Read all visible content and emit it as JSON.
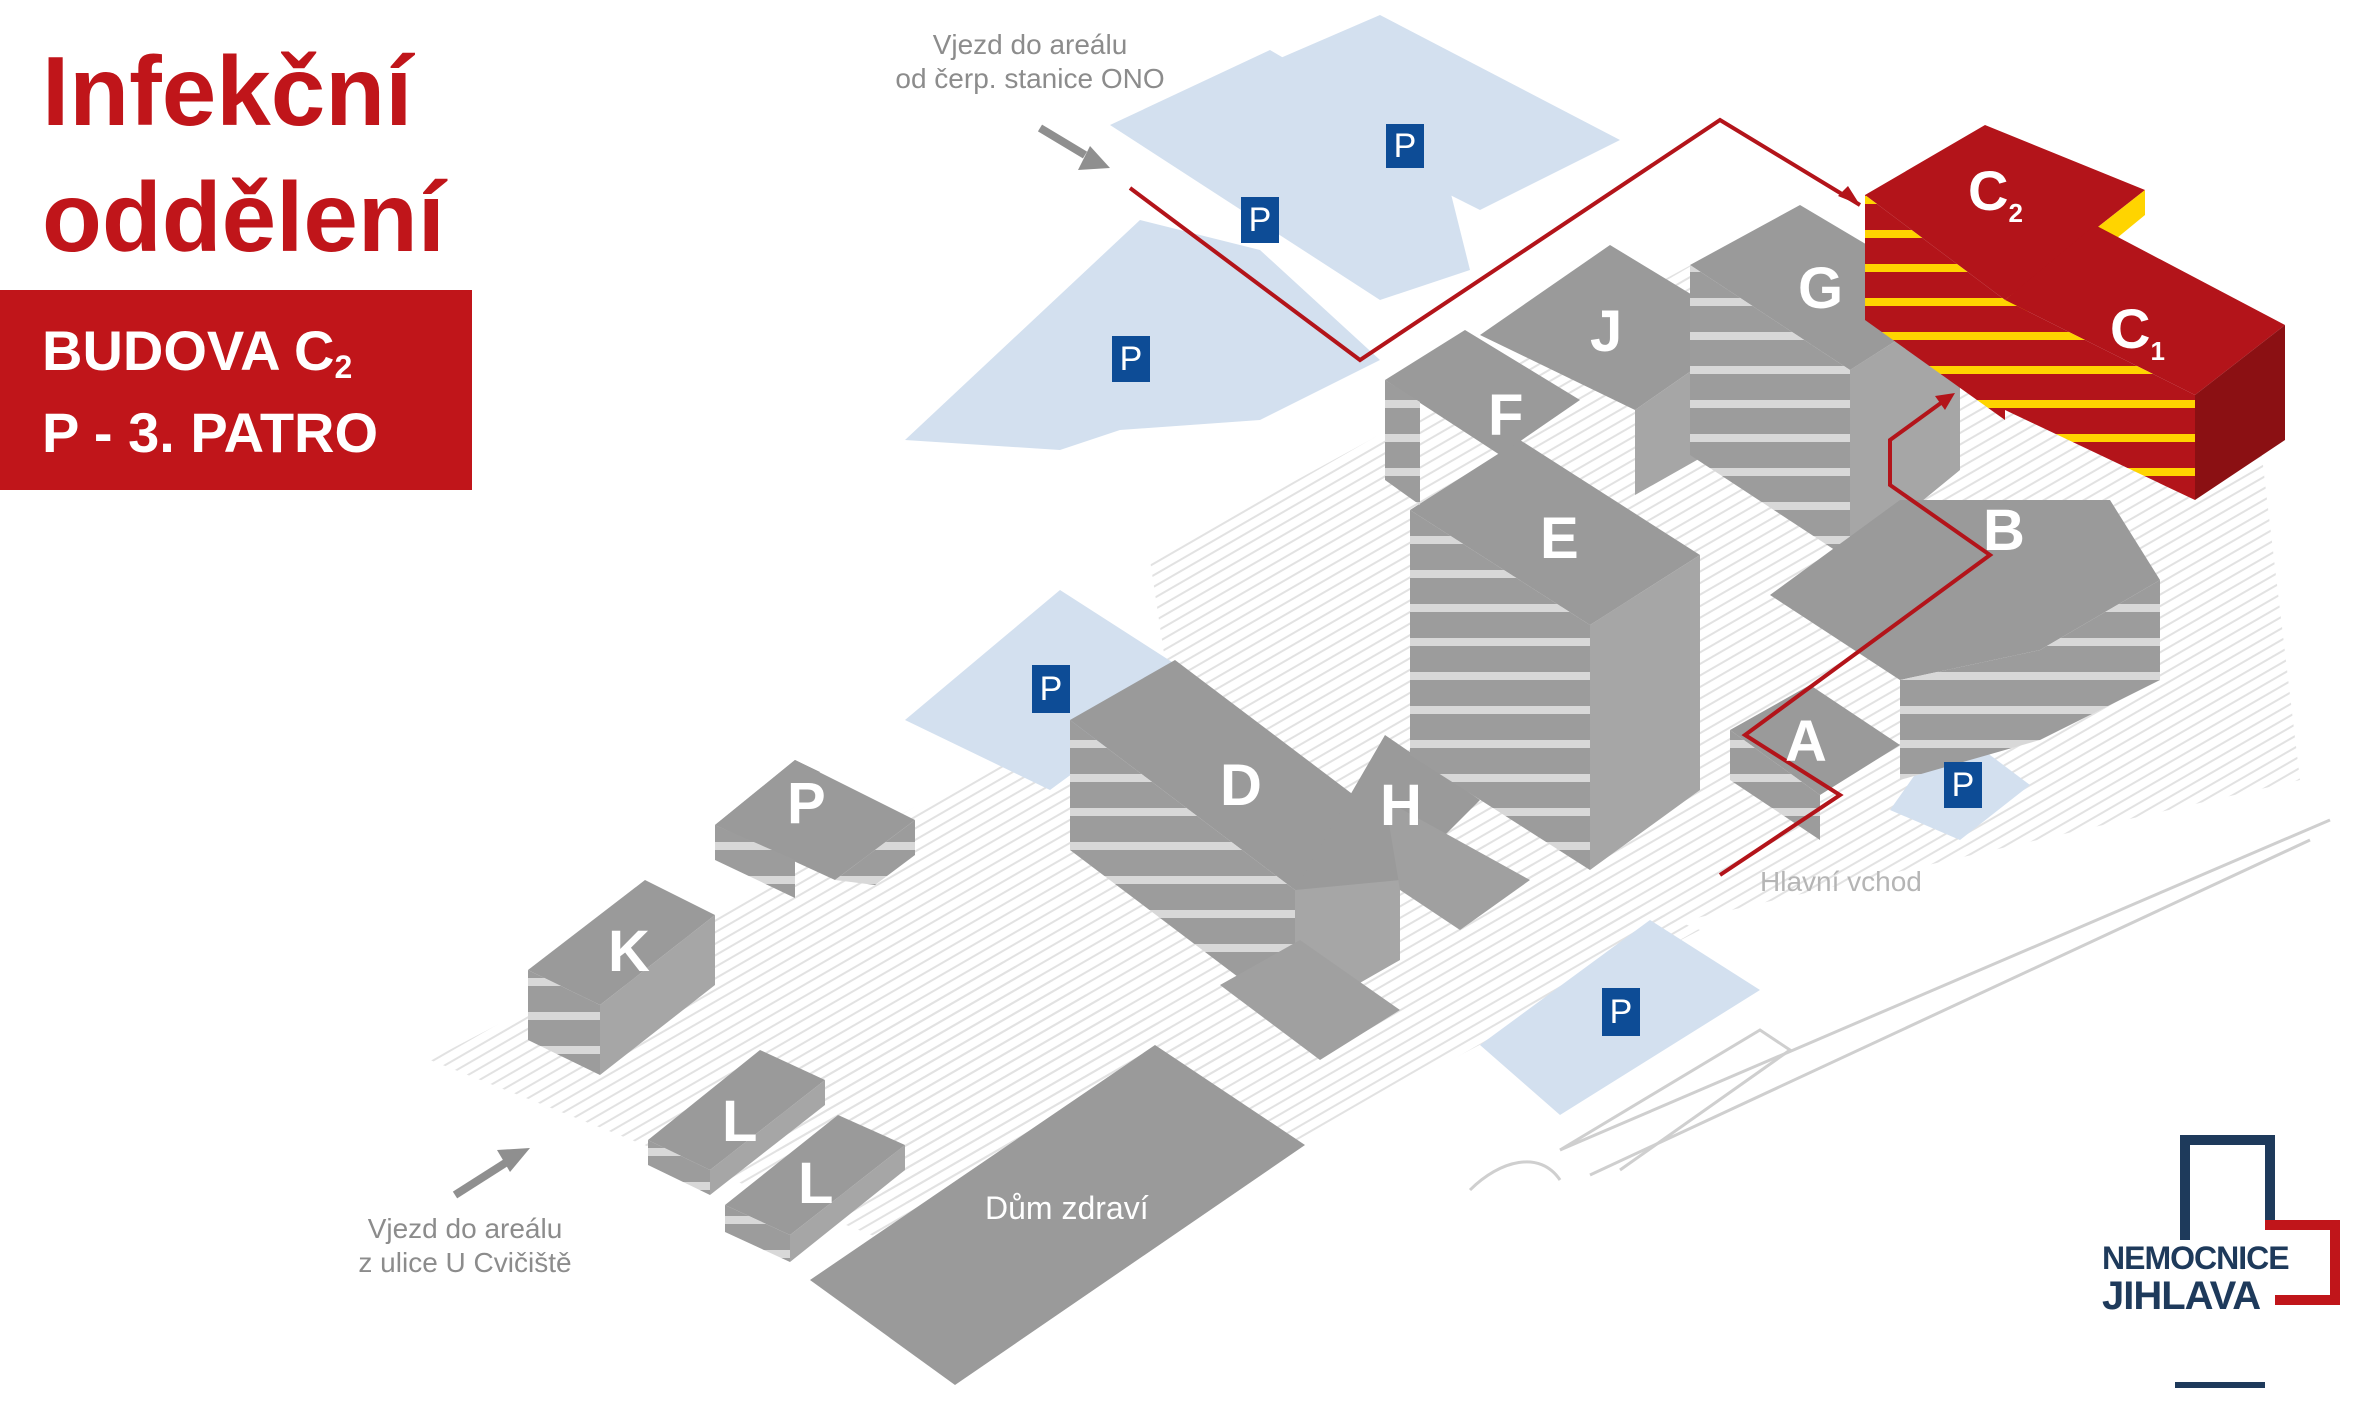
{
  "title": {
    "line1": "Infekční",
    "line2": "oddělení"
  },
  "info": {
    "building_prefix": "BUDOVA C",
    "building_sub": "2",
    "floor": "P - 3. PATRO"
  },
  "entrances": {
    "north_line1": "Vjezd do areálu",
    "north_line2": "od čerp. stanice ONO",
    "south_line1": "Vjezd do areálu",
    "south_line2": "z ulice U Cvičiště",
    "main_entrance": "Hlavní vchod"
  },
  "buildings": {
    "c2": "C",
    "c2_sub": "2",
    "c1": "C",
    "c1_sub": "1",
    "g": "G",
    "j": "J",
    "f": "F",
    "e": "E",
    "b": "B",
    "a": "A",
    "d": "D",
    "h": "H",
    "p": "P",
    "k": "K",
    "l1": "L",
    "l2": "L",
    "health_house": "Dům zdraví"
  },
  "parking_label": "P",
  "logo": {
    "line1": "NEMOCNICE",
    "line2": "JIHLAVA"
  },
  "colors": {
    "accent": "#c0151a",
    "highlight": "#ffd400",
    "building": "#9a9a9a",
    "building_top": "#8c8c8c",
    "parking_area": "#d3e0ef",
    "parking_sign": "#0d4c96",
    "logo_blue": "#1e3a5b"
  },
  "icons": [
    "arrow-north-entrance-icon",
    "arrow-south-entrance-icon",
    "parking-icon",
    "route-arrow-icon",
    "hospital-logo-icon"
  ]
}
